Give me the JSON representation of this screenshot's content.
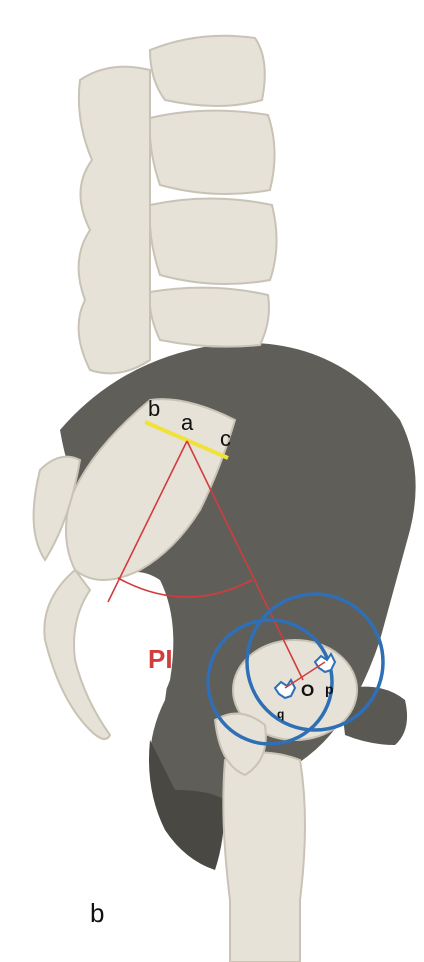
{
  "labels": {
    "endplate_b": "b",
    "endplate_a": "a",
    "endplate_c": "c",
    "angle_pi": "PI",
    "center_o": "O",
    "point_p": "p",
    "point_q": "q",
    "panel_letter": "b"
  },
  "colors": {
    "background": "#ffffff",
    "bone": "#e6e2d8",
    "bone_shadow": "#c9c3b5",
    "pelvis": "#605e58",
    "pelvis_dark": "#4a4843",
    "pi_lines": "#d23c3c",
    "endplate_line": "#f0e23a",
    "femoral_circles": "#2f6fb5",
    "text": "#111111"
  }
}
